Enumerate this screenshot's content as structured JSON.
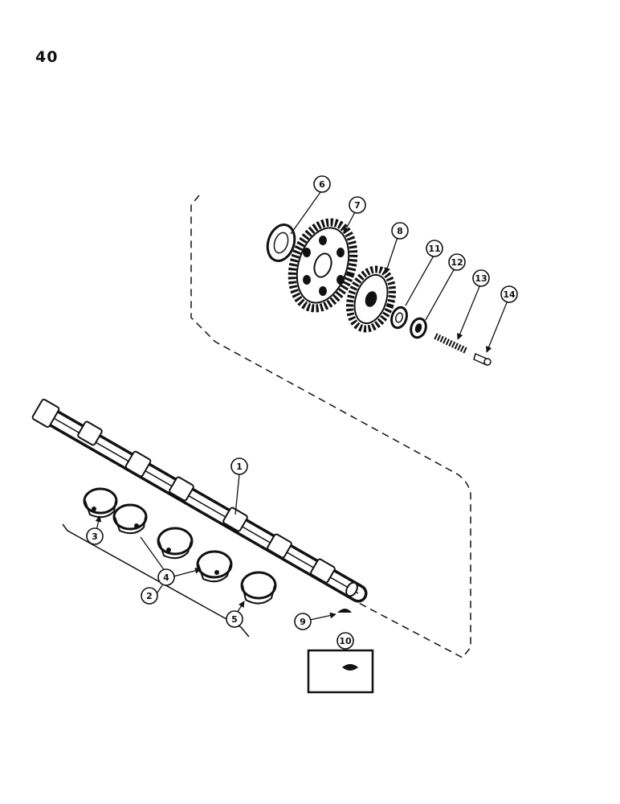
{
  "page": {
    "number": "40"
  },
  "callouts": [
    {
      "id": "1",
      "part": "camshaft"
    },
    {
      "id": "2",
      "part": "camshaft-bushing-set"
    },
    {
      "id": "3",
      "part": "front-bushing"
    },
    {
      "id": "4",
      "part": "intermediate-bushings"
    },
    {
      "id": "5",
      "part": "rear-bushing"
    },
    {
      "id": "6",
      "part": "thrust-washer"
    },
    {
      "id": "7",
      "part": "camshaft-gear"
    },
    {
      "id": "8",
      "part": "idler-gear"
    },
    {
      "id": "9",
      "part": "woodruff-key"
    },
    {
      "id": "10",
      "part": "key-inset"
    },
    {
      "id": "11",
      "part": "washer"
    },
    {
      "id": "12",
      "part": "bearing"
    },
    {
      "id": "13",
      "part": "spring"
    },
    {
      "id": "14",
      "part": "plunger"
    }
  ]
}
